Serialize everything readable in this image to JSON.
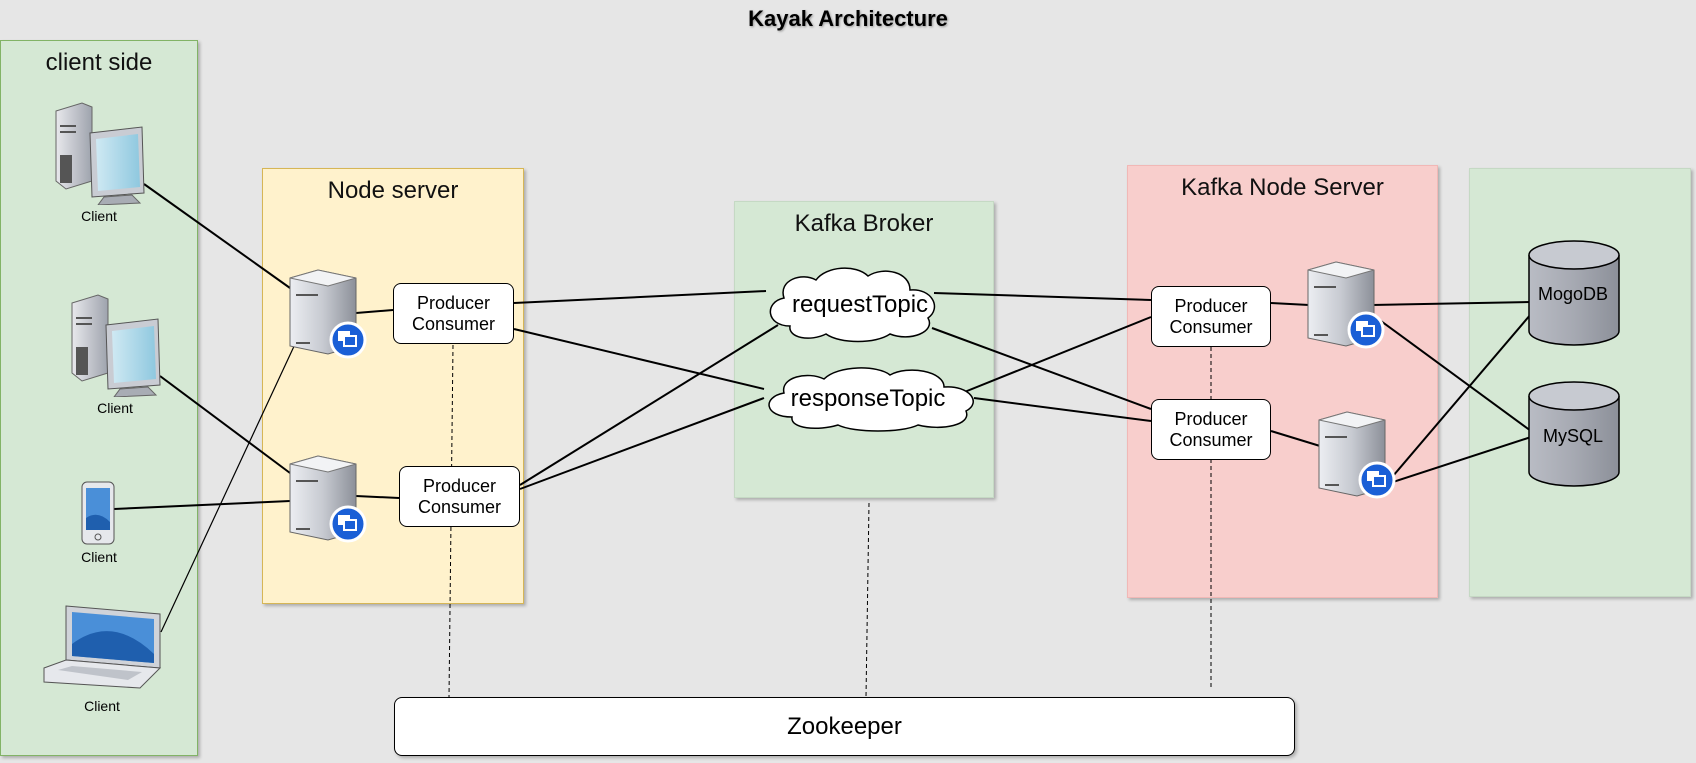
{
  "title": "Kayak Architecture",
  "groups": {
    "client_side": "client side",
    "node_server": "Node server",
    "kafka_broker": "Kafka Broker",
    "kafka_node_server": "Kafka Node Server",
    "databases": ""
  },
  "clients": [
    {
      "label": "Client",
      "icon": "desktop-computer-icon"
    },
    {
      "label": "Client",
      "icon": "desktop-computer-icon"
    },
    {
      "label": "Client",
      "icon": "tablet-icon"
    },
    {
      "label": "Client",
      "icon": "laptop-icon"
    }
  ],
  "producer_consumer": {
    "line1": "Producer",
    "line2": "Consumer"
  },
  "topics": {
    "request": "requestTopic",
    "response": "responseTopic"
  },
  "databases": {
    "mongo": "MogoDB",
    "mysql": "MySQL"
  },
  "zookeeper": "Zookeeper",
  "colors": {
    "client_group": "#d5e8d4",
    "node_group": "#fff2cc",
    "broker_group": "#d5e8d4",
    "kafka_node_group": "#f8cecc",
    "db_group": "#d5e8d4",
    "server_badge": "#1a5fd6"
  }
}
